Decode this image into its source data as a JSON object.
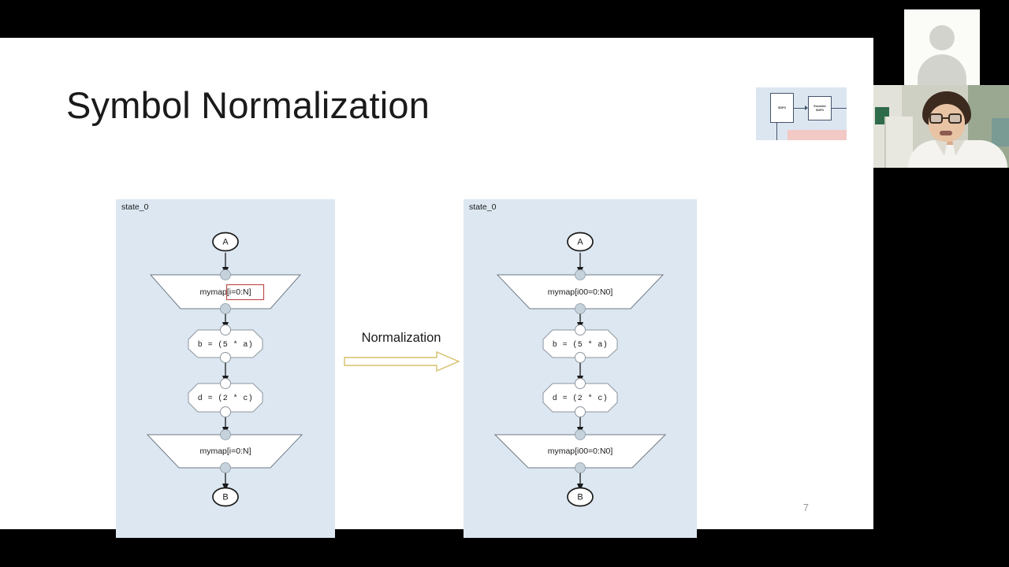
{
  "slide": {
    "title": "Symbol Normalization",
    "page_number": "7",
    "background_color": "#ffffff"
  },
  "thumbnail": {
    "name": "slide-overview-thumbnail",
    "background_color": "#dce6f1",
    "boxes": [
      {
        "label": "SDFG"
      },
      {
        "label": "Encoded\nSDFG"
      }
    ],
    "box_sdfg_label": "SDFG",
    "box_encoded_label": "Encoded SDFG"
  },
  "transform": {
    "label": "Normalization",
    "arrow_color": "#d6c06a",
    "arrow_direction": "right"
  },
  "panels": {
    "accent_color": "#dce7f1",
    "highlight_color": "#c0504d",
    "left": {
      "state_label": "state_0",
      "nodes": {
        "entry": "A",
        "map_entry": "mymap[i=0:N]",
        "map_entry_prefix": "mymap",
        "map_entry_range": "[i=0:N]",
        "tasklet_1": "b  =  (5  *  a)",
        "tasklet_2": "d  =  (2  *  c)",
        "map_exit": "mymap[i=0:N]",
        "exit": "B"
      },
      "highlighted_node": "map_entry_range"
    },
    "right": {
      "state_label": "state_0",
      "nodes": {
        "entry": "A",
        "map_entry": "mymap[i00=0:N0]",
        "tasklet_1": "b  =  (5  *  a)",
        "tasklet_2": "d  =  (2  *  c)",
        "map_exit": "mymap[i00=0:N0]",
        "exit": "B"
      },
      "highlighted_node": null
    }
  },
  "video": {
    "tiles": [
      {
        "name": "participant-avatar-tile",
        "type": "avatar-placeholder"
      },
      {
        "name": "presenter-webcam-tile",
        "type": "live-camera"
      }
    ]
  }
}
